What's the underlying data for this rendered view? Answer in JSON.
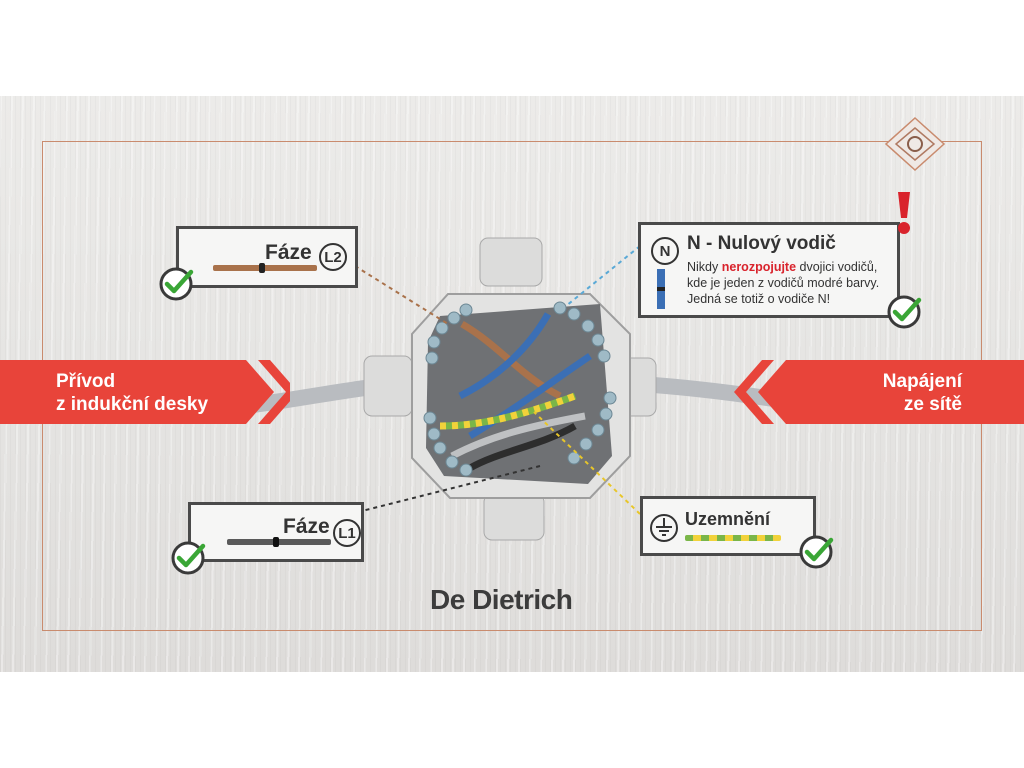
{
  "banners": {
    "left": {
      "line1": "Přívod",
      "line2": "z indukční desky",
      "color": "#e8443a"
    },
    "right": {
      "line1": "Napájení",
      "line2": "ze sítě",
      "color": "#e8443a"
    }
  },
  "phase_l2": {
    "label": "Fáze",
    "code": "L2",
    "wire_color": "#a9724b"
  },
  "phase_l1": {
    "label": "Fáze",
    "code": "L1",
    "wire_color": "#5a5a5a"
  },
  "neutral": {
    "symbol": "N",
    "title": "N - Nulový vodič",
    "text_before": "Nikdy ",
    "text_highlight": "nerozpojujte",
    "text_after": " dvojici vodičů, kde je jeden z vodičů modré barvy. Jedná se totiž o vodiče N!",
    "wire_color": "#3b6fb5"
  },
  "earth": {
    "label": "Uzemnění",
    "wire_colors": [
      "#7ab648",
      "#f2d23a"
    ]
  },
  "icons": {
    "check": "check-circle-icon",
    "warning": "exclamation-icon",
    "earth": "ground-symbol-icon",
    "logo": "brand-emblem-icon"
  },
  "colors": {
    "check_green": "#3aa636",
    "frame": "#c98b6e",
    "warning_red": "#d9232c"
  },
  "brand": "De Dietrich"
}
